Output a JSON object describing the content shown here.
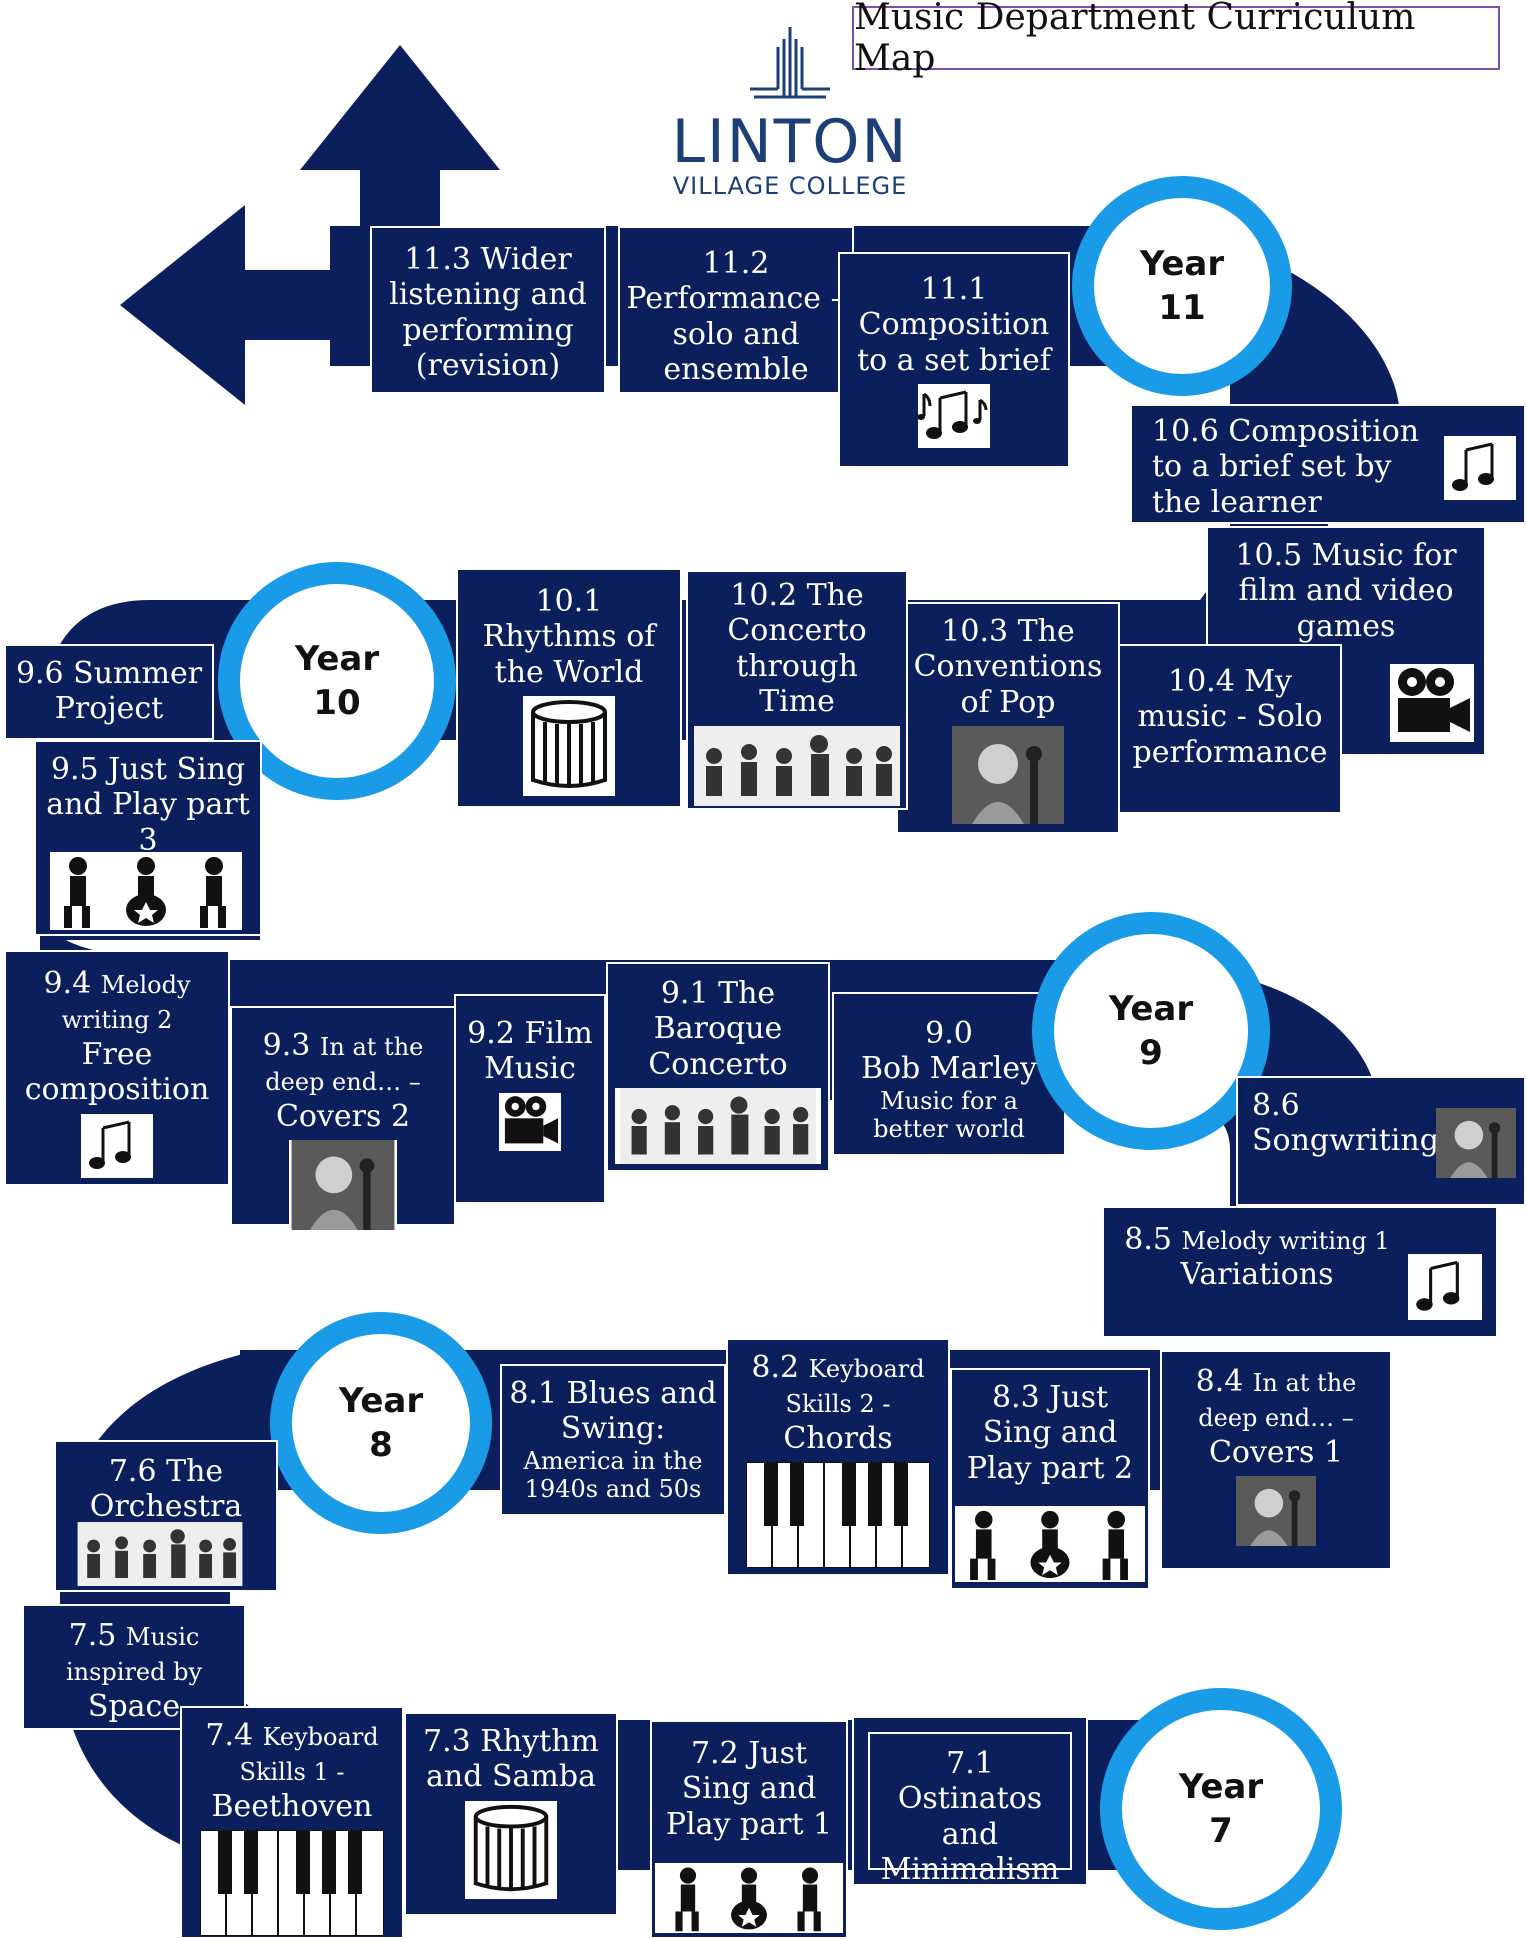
{
  "header": {
    "title": "Music Department Curriculum Map",
    "logo_name": "LINTON",
    "logo_sub": "VILLAGE COLLEGE"
  },
  "colors": {
    "road": "#0b1f5c",
    "ring": "#1a9be8",
    "box": "#0b1f5c"
  },
  "years": {
    "y11": {
      "line1": "Year",
      "line2": "11"
    },
    "y10": {
      "line1": "Year",
      "line2": "10"
    },
    "y9": {
      "line1": "Year",
      "line2": "9"
    },
    "y8": {
      "line1": "Year",
      "line2": "8"
    },
    "y7": {
      "line1": "Year",
      "line2": "7"
    }
  },
  "units": {
    "u11_3": {
      "text": "11.3 Wider listening and performing (revision)"
    },
    "u11_2": {
      "text": "11.2 Performance – solo and ensemble"
    },
    "u11_1": {
      "text": "11.1 Composition to a set brief",
      "icon": "music-notes-icon"
    },
    "u10_6": {
      "text": "10.6 Composition to a brief set by the learner",
      "icon": "music-notes-icon"
    },
    "u10_5": {
      "text": "10.5 Music for film and video games",
      "icon": "film-camera-icon"
    },
    "u10_4": {
      "text": "10.4 My music - Solo performance"
    },
    "u10_3": {
      "text": "10.3 The Conventions of Pop",
      "icon": "singer-photo"
    },
    "u10_2": {
      "text": "10.2 The Concerto through Time",
      "icon": "orchestra-photo"
    },
    "u10_1": {
      "text": "10.1 Rhythms of the World",
      "icon": "drum-icon"
    },
    "u9_6": {
      "text": "9.6 Summer Project"
    },
    "u9_5": {
      "text": "9.5 Just Sing and Play part 3",
      "icon": "band-icon"
    },
    "u9_4": {
      "a": "9.4",
      "b": "Melody writing 2",
      "c": "Free composition",
      "icon": "music-notes-icon"
    },
    "u9_3": {
      "a": "9.3",
      "b": "In at the deep end… –",
      "c": "Covers 2",
      "icon": "singer-photo"
    },
    "u9_2": {
      "text": "9.2 Film Music",
      "icon": "film-camera-icon"
    },
    "u9_1": {
      "text": "9.1 The Baroque Concerto",
      "icon": "orchestra-photo"
    },
    "u9_0": {
      "a": "9.0",
      "b": "Bob Marley",
      "c": "Music for a better world"
    },
    "u8_6": {
      "text": "8.6 Songwriting",
      "icon": "singer-photo"
    },
    "u8_5": {
      "a": "8.5",
      "b": "Melody writing 1",
      "c": "Variations",
      "icon": "music-notes-icon"
    },
    "u8_1": {
      "a": "8.1  Blues and Swing:",
      "b": "America in the 1940s and 50s"
    },
    "u8_2": {
      "a": "8.2",
      "b": "Keyboard Skills 2 -",
      "c": "Chords",
      "icon": "keyboard-icon"
    },
    "u8_3": {
      "text": "8.3 Just Sing and Play part 2",
      "icon": "band-icon"
    },
    "u8_4": {
      "a": "8.4",
      "b": "In at the deep end… –",
      "c": "Covers 1",
      "icon": "singer-photo"
    },
    "u7_6": {
      "text": "7.6 The Orchestra",
      "icon": "orchestra-photo"
    },
    "u7_5": {
      "a": "7.5",
      "b": "Music inspired by",
      "c": "Space"
    },
    "u7_4": {
      "a": "7.4",
      "b": "Keyboard Skills 1 -",
      "c": "Beethoven",
      "icon": "keyboard-icon"
    },
    "u7_3": {
      "text": "7.3 Rhythm and Samba",
      "icon": "drum-icon"
    },
    "u7_2": {
      "text": "7.2 Just Sing and Play part 1",
      "icon": "band-icon"
    },
    "u7_1": {
      "text": "7.1 Ostinatos and Minimalism"
    }
  }
}
